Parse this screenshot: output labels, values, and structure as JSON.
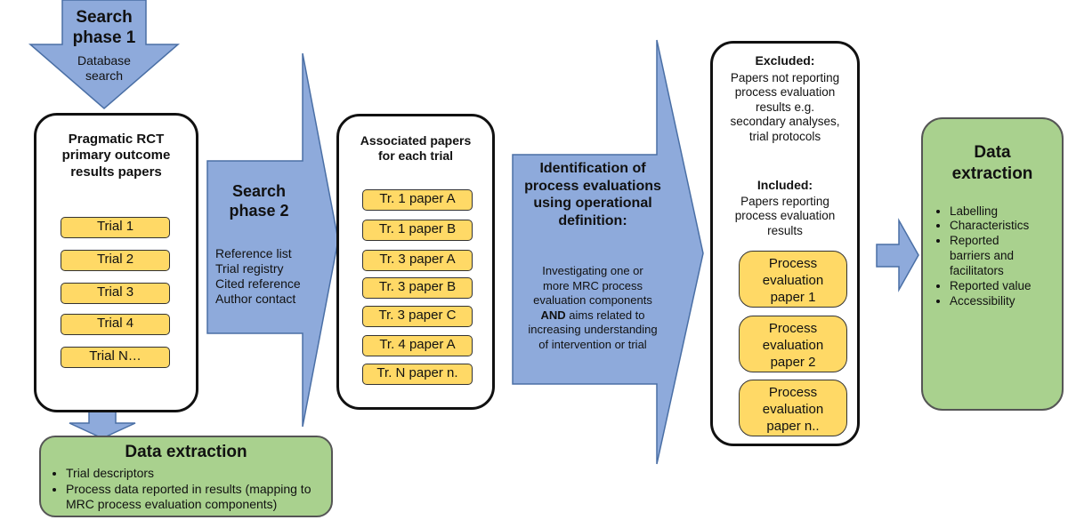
{
  "search1": {
    "title": "Search\nphase 1",
    "subtitle": "Database\nsearch"
  },
  "rct_box": {
    "title": "Pragmatic RCT\nprimary outcome\nresults papers",
    "trials": [
      "Trial 1",
      "Trial 2",
      "Trial 3",
      "Trial 4",
      "Trial N…"
    ]
  },
  "data_extraction_bottom": {
    "title": "Data extraction",
    "items": [
      "Trial descriptors",
      "Process data reported in results (mapping to MRC process evaluation components)"
    ]
  },
  "search2": {
    "title": "Search\nphase 2",
    "methods": [
      "Reference list",
      "Trial registry",
      "Cited reference",
      "Author contact"
    ]
  },
  "assoc_box": {
    "title": "Associated papers\nfor each trial",
    "papers": [
      "Tr. 1 paper A",
      "Tr. 1 paper B",
      "Tr. 3 paper A",
      "Tr. 3 paper B",
      "Tr. 3 paper C",
      "Tr. 4 paper A",
      "Tr. N paper n."
    ]
  },
  "identification": {
    "title": "Identification of\nprocess evaluations\nusing operational\ndefinition:",
    "desc_a": "Investigating one or\nmore MRC process\nevaluation components",
    "desc_and": "AND",
    "desc_b": " aims related to\nincreasing understanding\nof intervention or trial"
  },
  "screen_box": {
    "excluded_title": "Excluded:",
    "excluded_text": "Papers not reporting\nprocess evaluation\nresults e.g.\nsecondary analyses,\ntrial protocols",
    "included_title": "Included:",
    "included_text": "Papers reporting\nprocess evaluation\nresults",
    "papers": [
      "Process\nevaluation\npaper 1",
      "Process\nevaluation\npaper 2",
      "Process\nevaluation\npaper n.."
    ]
  },
  "data_extraction_right": {
    "title": "Data\nextraction",
    "items": [
      "Labelling",
      "Characteristics",
      "Reported barriers and facilitators",
      "Reported value",
      "Accessibility"
    ]
  },
  "colors": {
    "arrow": "#8eaadb",
    "arrow_stroke": "#4a6fa5",
    "green": "#a9d18e",
    "yellow": "#ffd966"
  }
}
